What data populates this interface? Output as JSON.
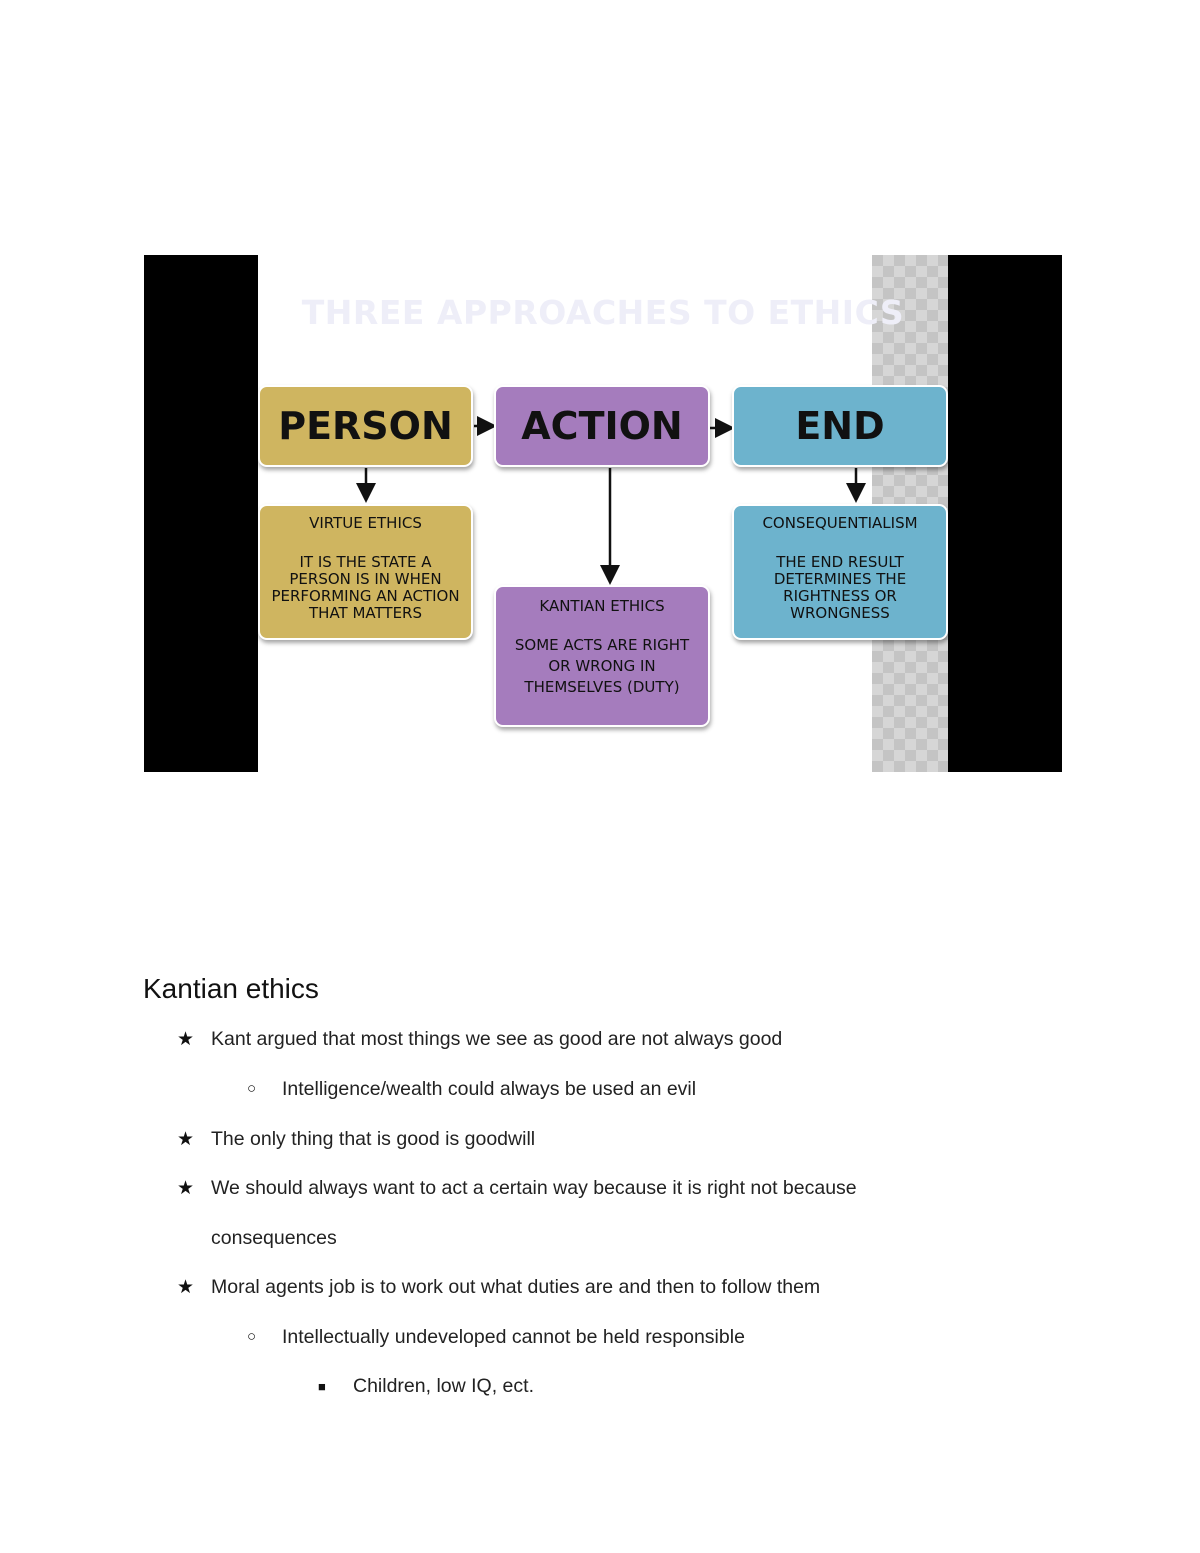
{
  "slide": {
    "title": "THREE APPROACHES TO ETHICS",
    "boxes": {
      "person": "PERSON",
      "action": "ACTION",
      "end": "END"
    },
    "subboxes": {
      "virtue": {
        "title": "VIRTUE ETHICS",
        "body": "IT IS THE STATE A PERSON IS IN WHEN PERFORMING AN ACTION THAT MATTERS"
      },
      "kantian": {
        "title": "KANTIAN ETHICS",
        "body": "SOME ACTS ARE RIGHT OR WRONG IN THEMSELVES (DUTY)"
      },
      "conseq": {
        "title": "CONSEQUENTIALISM",
        "body": "THE END RESULT DETERMINES THE RIGHTNESS OR WRONGNESS"
      }
    },
    "colors": {
      "gold": "#cfb560",
      "purple": "#a57cbd",
      "blue": "#6db3cd"
    }
  },
  "notes": {
    "heading": "Kantian ethics",
    "markers": {
      "star": "★",
      "circle": "○",
      "square": "■"
    },
    "items": [
      {
        "level": 1,
        "text": "Kant argued that most things we see as good are not always good"
      },
      {
        "level": 2,
        "text": "Intelligence/wealth could always be used an evil"
      },
      {
        "level": 1,
        "text": "The only thing that is good is goodwill"
      },
      {
        "level": 1,
        "text": "We should always want to act a certain way because it is right not because"
      },
      {
        "level": 1,
        "text": "consequences"
      },
      {
        "level": 1,
        "text": "Moral agents job is to work out what duties are and then to follow them"
      },
      {
        "level": 2,
        "text": "Intellectually undeveloped cannot be held responsible"
      },
      {
        "level": 3,
        "text": "Children, low IQ, ect."
      }
    ]
  }
}
